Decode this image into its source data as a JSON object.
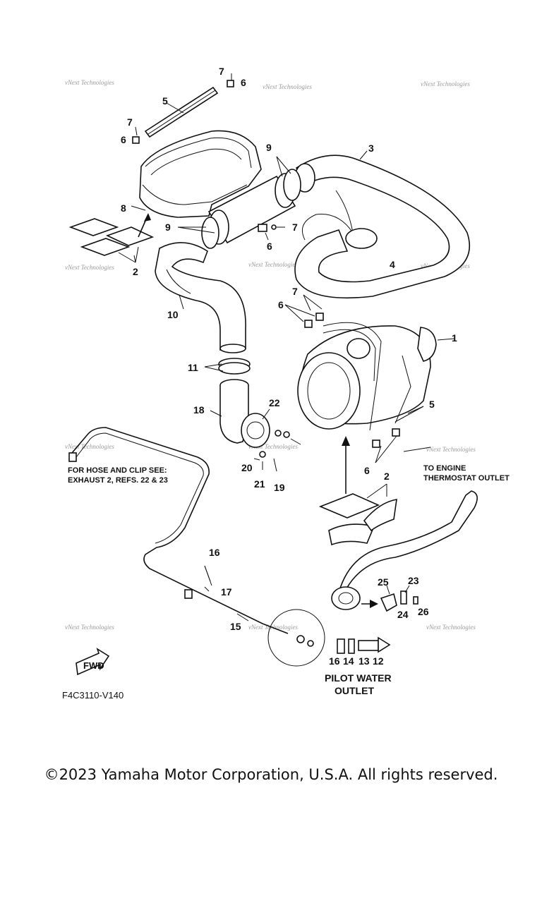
{
  "callouts": [
    {
      "id": "c1",
      "text": "1"
    },
    {
      "id": "c2a",
      "text": "2"
    },
    {
      "id": "c2b",
      "text": "2"
    },
    {
      "id": "c3",
      "text": "3"
    },
    {
      "id": "c4",
      "text": "4"
    },
    {
      "id": "c5a",
      "text": "5"
    },
    {
      "id": "c5b",
      "text": "5"
    },
    {
      "id": "c6a",
      "text": "6"
    },
    {
      "id": "c6b",
      "text": "6"
    },
    {
      "id": "c6c",
      "text": "6"
    },
    {
      "id": "c6d",
      "text": "6"
    },
    {
      "id": "c6e",
      "text": "6"
    },
    {
      "id": "c7a",
      "text": "7"
    },
    {
      "id": "c7b",
      "text": "7"
    },
    {
      "id": "c7c",
      "text": "7"
    },
    {
      "id": "c7d",
      "text": "7"
    },
    {
      "id": "c8",
      "text": "8"
    },
    {
      "id": "c9a",
      "text": "9"
    },
    {
      "id": "c9b",
      "text": "9"
    },
    {
      "id": "c10",
      "text": "10"
    },
    {
      "id": "c11",
      "text": "11"
    },
    {
      "id": "c12",
      "text": "12"
    },
    {
      "id": "c13",
      "text": "13"
    },
    {
      "id": "c14",
      "text": "14"
    },
    {
      "id": "c15",
      "text": "15"
    },
    {
      "id": "c16a",
      "text": "16"
    },
    {
      "id": "c16b",
      "text": "16"
    },
    {
      "id": "c17",
      "text": "17"
    },
    {
      "id": "c18",
      "text": "18"
    },
    {
      "id": "c19",
      "text": "19"
    },
    {
      "id": "c20",
      "text": "20"
    },
    {
      "id": "c21",
      "text": "21"
    },
    {
      "id": "c22",
      "text": "22"
    },
    {
      "id": "c23",
      "text": "23"
    },
    {
      "id": "c24",
      "text": "24"
    },
    {
      "id": "c25",
      "text": "25"
    },
    {
      "id": "c26",
      "text": "26"
    }
  ],
  "notes": {
    "hose_clip_line1": "FOR HOSE AND CLIP SEE:",
    "hose_clip_line2": "EXHAUST 2, REFS. 22 & 23",
    "engine_line1": "TO ENGINE",
    "engine_line2": "THERMOSTAT OUTLET",
    "pilot_line1": "PILOT WATER",
    "pilot_line2": "OUTLET",
    "fwd": "FWD",
    "diagram_code": "F4C3110-V140"
  },
  "watermark": "vNext Technologies",
  "copyright": "©2023 Yamaha Motor Corporation, U.S.A. All rights reserved."
}
